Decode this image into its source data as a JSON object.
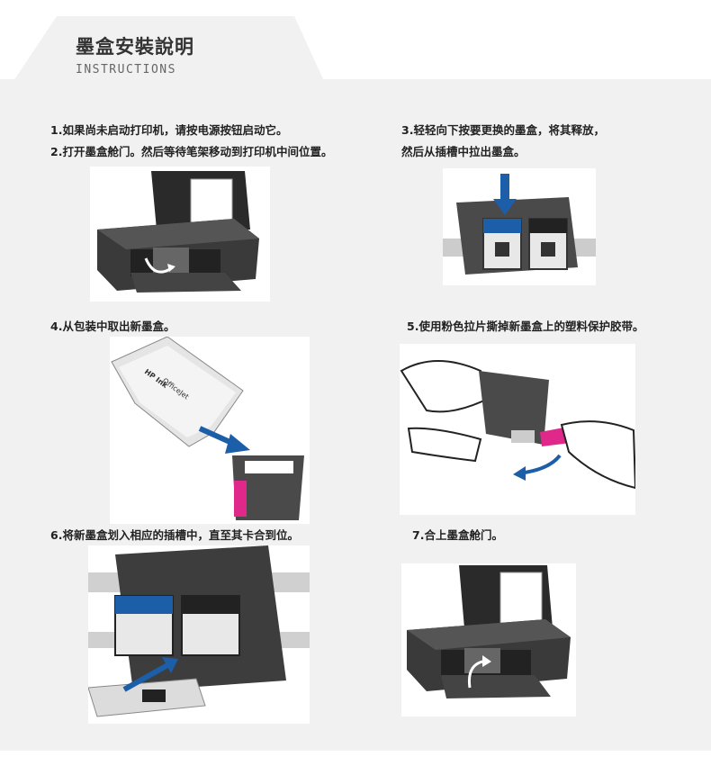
{
  "header": {
    "title": "墨盒安裝說明",
    "subtitle": "INSTRUCTIONS"
  },
  "steps": {
    "s1": "1.如果尚未启动打印机，请按电源按钮启动它。",
    "s2": "2.打开墨盒舱门。然后等待笔架移动到打印机中间位置。",
    "s3_line1": "3.轻轻向下按要更换的墨盒，将其释放，",
    "s3_line2": "然后从插槽中拉出墨盒。",
    "s4": "4.从包装中取出新墨盒。",
    "s5": "5.使用粉色拉片撕掉新墨盒上的塑料保护胶带。",
    "s6": "6.将新墨盒划入相应的插槽中，直至其卡合到位。",
    "s7": "7.合上墨盒舱门。"
  },
  "packaging": {
    "brand": "HP Ink",
    "line": "OfficeJet"
  },
  "colors": {
    "accent_blue": "#1c5ea8",
    "pink_tab": "#e0288a",
    "printer_body": "#3a3a3a"
  }
}
